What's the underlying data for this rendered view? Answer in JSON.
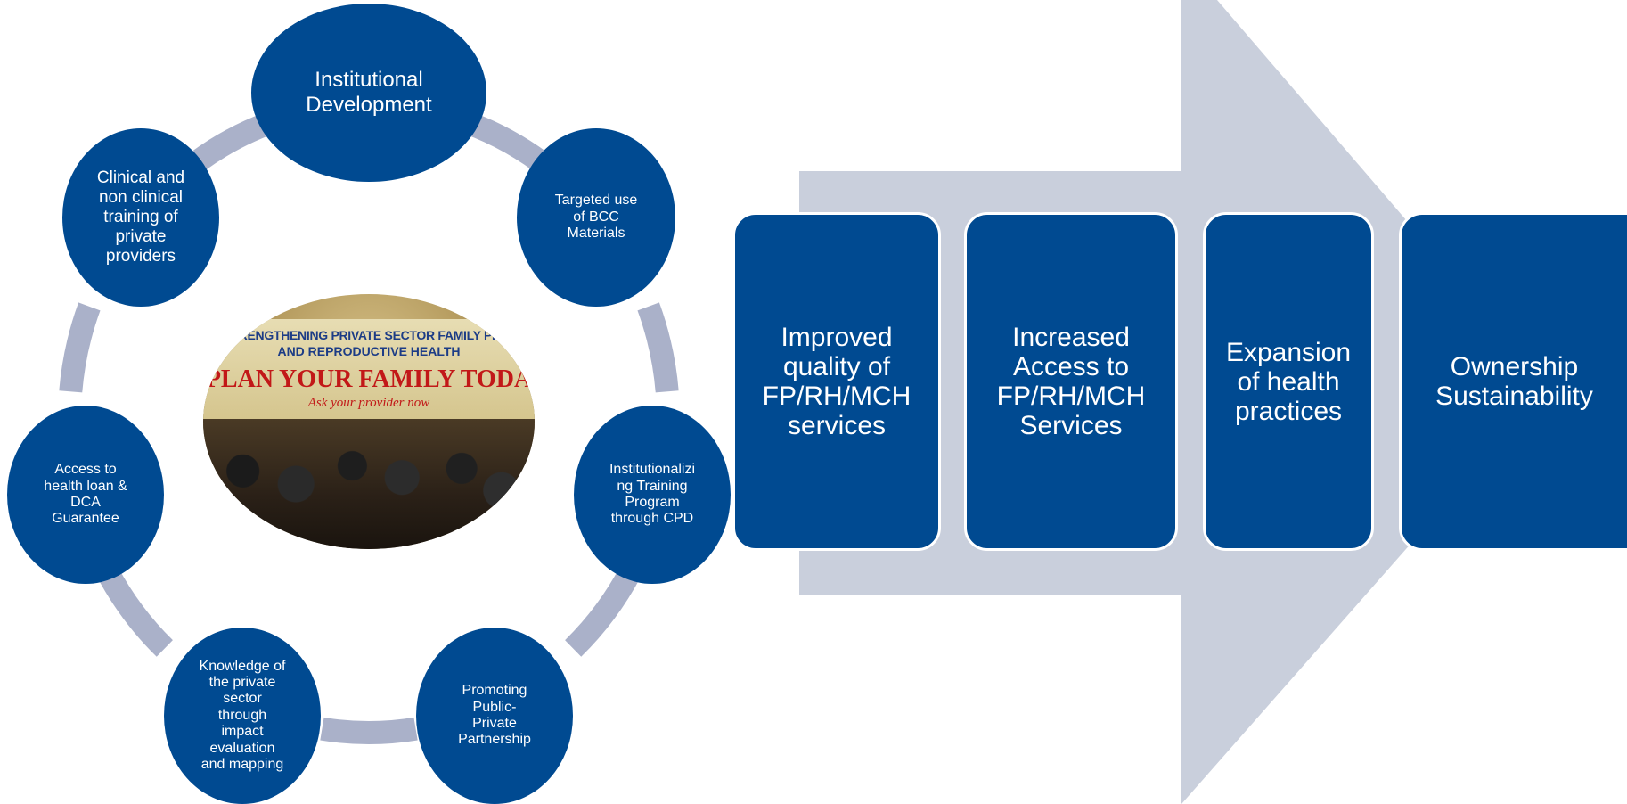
{
  "colors": {
    "node_fill": "#004a91",
    "ring": "#aab1c9",
    "arrow": "#c9cfdc",
    "text": "#ffffff"
  },
  "cycle": {
    "nodes": [
      {
        "label": "Institutional\nDevelopment"
      },
      {
        "label": "Targeted use\nof BCC\nMaterials"
      },
      {
        "label": "Institutionalizi\nng Training\nProgram\nthrough CPD"
      },
      {
        "label": "Promoting\nPublic-\nPrivate\nPartnership"
      },
      {
        "label": "Knowledge of\nthe private\nsector\nthrough\nimpact\nevaluation\nand mapping"
      },
      {
        "label": "Access to\nhealth loan &\nDCA\nGuarantee"
      },
      {
        "label": "Clinical and\nnon clinical\ntraining of\nprivate\nproviders"
      }
    ]
  },
  "photo": {
    "banner_line1": "RENGTHENING PRIVATE SECTOR FAMILY PL",
    "banner_line2": "AND REPRODUCTIVE HEALTH",
    "banner_line3": "PLAN YOUR FAMILY TODA",
    "banner_line4": "Ask your provider now"
  },
  "outcomes": [
    {
      "label": "Improved\nquality of\nFP/RH/MCH\nservices"
    },
    {
      "label": "Increased\nAccess to\nFP/RH/MCH\nServices"
    },
    {
      "label": "Expansion\nof health\npractices"
    },
    {
      "label": "Ownership\nSustainability"
    }
  ]
}
